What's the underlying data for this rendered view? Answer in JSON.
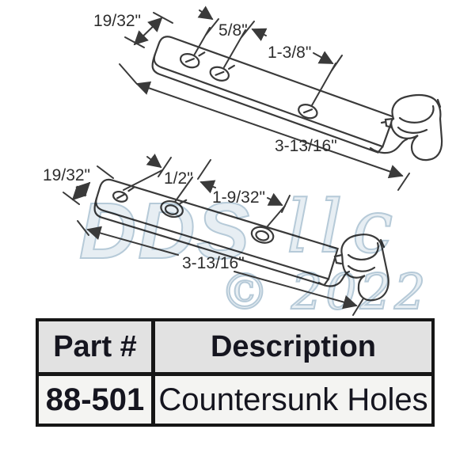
{
  "diagram": {
    "top_bracket": {
      "width_label": "19/32\"",
      "spacing1_label": "5/8\"",
      "spacing2_label": "1-3/8\"",
      "length_label": "3-13/16\""
    },
    "bottom_bracket": {
      "width_label": "19/32\"",
      "spacing1_label": "1/2\"",
      "spacing2_label": "1-9/32\"",
      "length_label": "3-13/16\""
    },
    "watermark": {
      "text1": "DDS",
      "text2": "llc",
      "text3": "© 2022",
      "fill": "#e7eef3",
      "stroke": "#b6cad8"
    },
    "line_color": "#3a3a3a"
  },
  "table": {
    "headers": {
      "part": "Part #",
      "description": "Description"
    },
    "row": {
      "part": "88-501",
      "description": "Countersunk Holes"
    },
    "header_bg": "#e2e2e2",
    "row_bg": "#f4f4f2",
    "border_color": "#161616"
  }
}
